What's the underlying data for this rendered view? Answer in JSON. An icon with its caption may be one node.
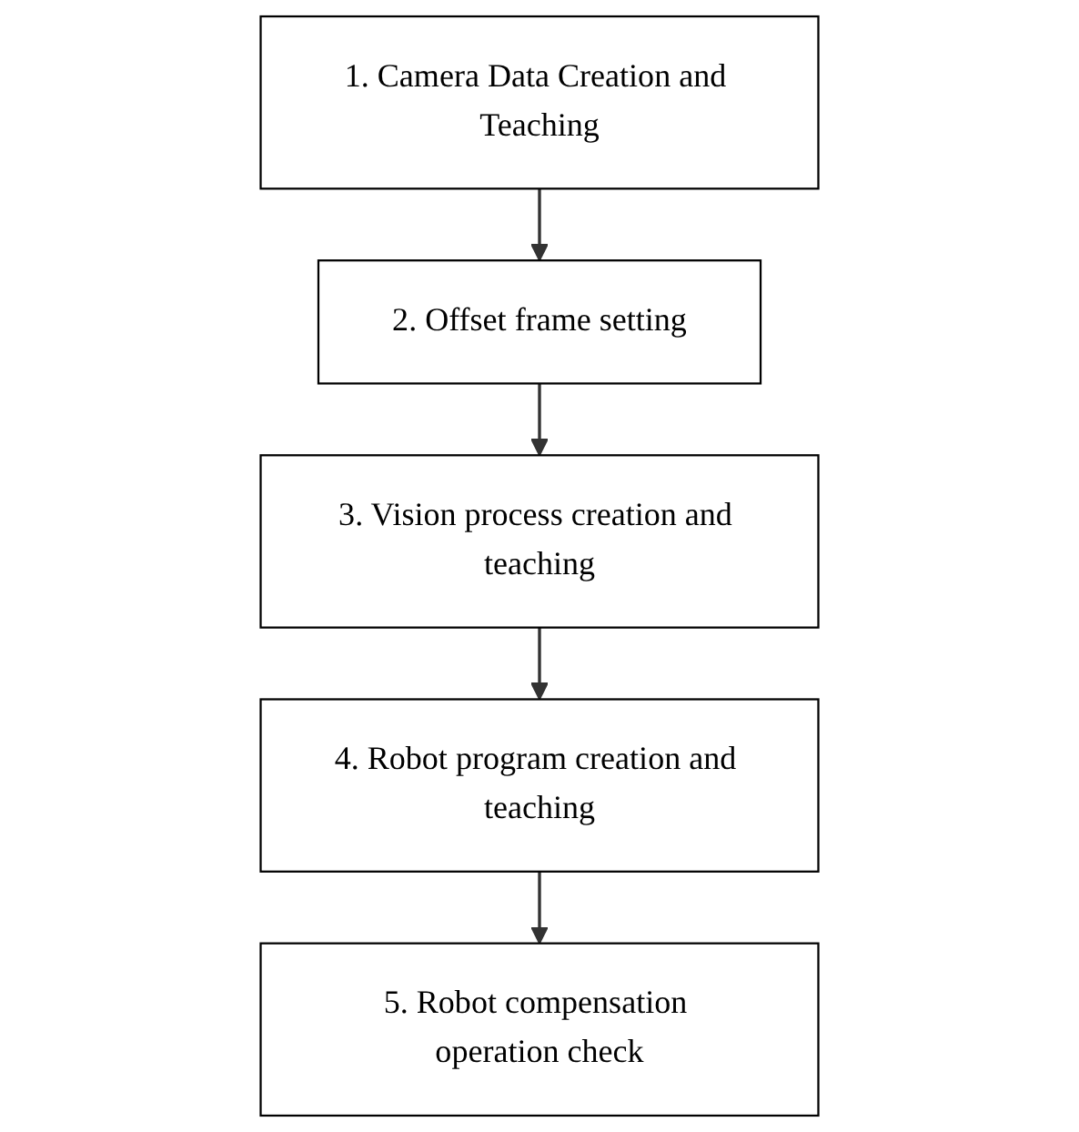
{
  "diagram": {
    "nodes": [
      {
        "text": [
          "1. Camera Data Creation and Teaching"
        ]
      },
      {
        "text": [
          "2. Offset frame setting"
        ]
      },
      {
        "text": [
          "3. Vision process creation and teaching"
        ]
      },
      {
        "text": [
          "4. Robot program creation and teaching"
        ]
      },
      {
        "text": [
          "5. Robot compensation operation check"
        ]
      }
    ],
    "edges": [
      {
        "from": 0,
        "to": 1,
        "arrow": "to"
      },
      {
        "from": 1,
        "to": 2,
        "arrow": "to"
      },
      {
        "from": 2,
        "to": 3,
        "arrow": "to"
      },
      {
        "from": 3,
        "to": 4,
        "arrow": "to"
      }
    ]
  }
}
